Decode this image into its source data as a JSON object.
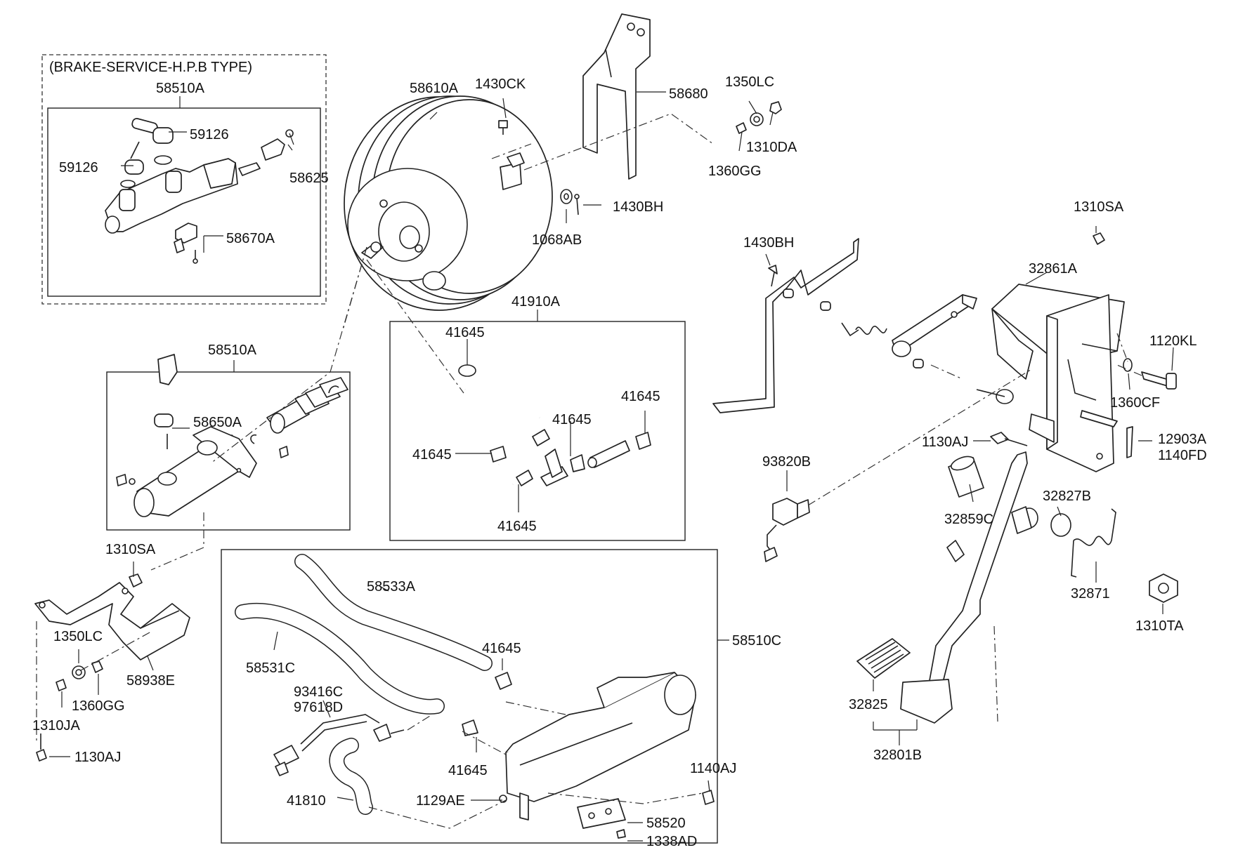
{
  "diagram": {
    "colors": {
      "line": "#222222",
      "background": "#ffffff"
    },
    "labels": {
      "brake_service_title": "(BRAKE-SERVICE-H.P.B TYPE)",
      "l58510A_top": "58510A",
      "l59126_a": "59126",
      "l59126_b": "59126",
      "l58625": "58625",
      "l58670A": "58670A",
      "l58610A": "58610A",
      "l1430CK": "1430CK",
      "l58680": "58680",
      "l1350LC_top": "1350LC",
      "l1310DA": "1310DA",
      "l1360GG_top": "1360GG",
      "l1430BH_a": "1430BH",
      "l1068AB": "1068AB",
      "l1310SA_right": "1310SA",
      "l1430BH_b": "1430BH",
      "l32861A": "32861A",
      "l1120KL": "1120KL",
      "l1360CF": "1360CF",
      "l12903A": "12903A",
      "l1140FD": "1140FD",
      "l1130AJ_right": "1130AJ",
      "l93820B": "93820B",
      "l32859C": "32859C",
      "l32827B": "32827B",
      "l32871": "32871",
      "l1310TA": "1310TA",
      "l32825": "32825",
      "l32801B": "32801B",
      "l58510A_mid": "58510A",
      "l58650A": "58650A",
      "l41910A": "41910A",
      "l41645_a": "41645",
      "l41645_b": "41645",
      "l41645_c": "41645",
      "l41645_d": "41645",
      "l41645_e": "41645",
      "l1310SA_left": "1310SA",
      "l1350LC_left": "1350LC",
      "l1360GG_left": "1360GG",
      "l58938E": "58938E",
      "l1310JA": "1310JA",
      "l1130AJ_left": "1130AJ",
      "l58533A": "58533A",
      "l58531C": "58531C",
      "l41645_f": "41645",
      "l41645_g": "41645",
      "l58510C": "58510C",
      "l93416C": "93416C",
      "l97618D": "97618D",
      "l41810": "41810",
      "l1129AE": "1129AE",
      "l1140AJ": "1140AJ",
      "l58520": "58520",
      "l1338AD": "1338AD"
    }
  }
}
